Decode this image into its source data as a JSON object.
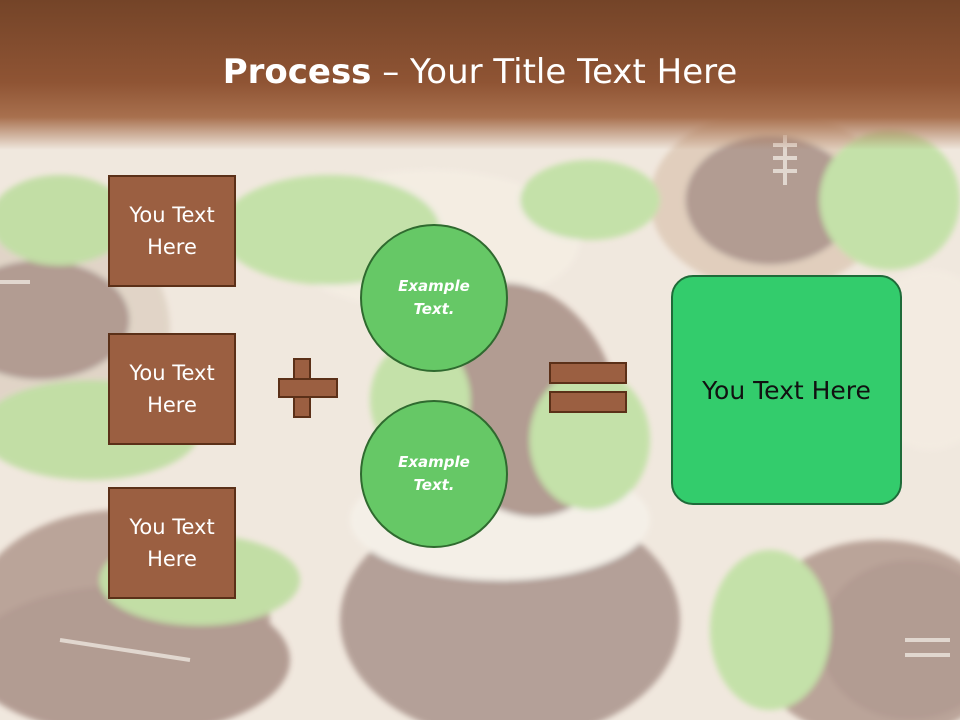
{
  "title": {
    "bold": "Process",
    "rest": " – Your Title Text Here"
  },
  "left_boxes": [
    {
      "line1": "You Text",
      "line2": "Here"
    },
    {
      "line1": "You Text",
      "line2": "Here"
    },
    {
      "line1": "You Text",
      "line2": "Here"
    }
  ],
  "circles": [
    {
      "line1": "Example",
      "line2": "Text."
    },
    {
      "line1": "Example",
      "line2": "Text."
    }
  ],
  "result": {
    "label": "You Text Here"
  },
  "colors": {
    "brown_box": "#9b5f41",
    "brown_border": "#5b3018",
    "circle_green": "#66c866",
    "result_green": "#33cc6c",
    "header_brown": "#744428"
  }
}
